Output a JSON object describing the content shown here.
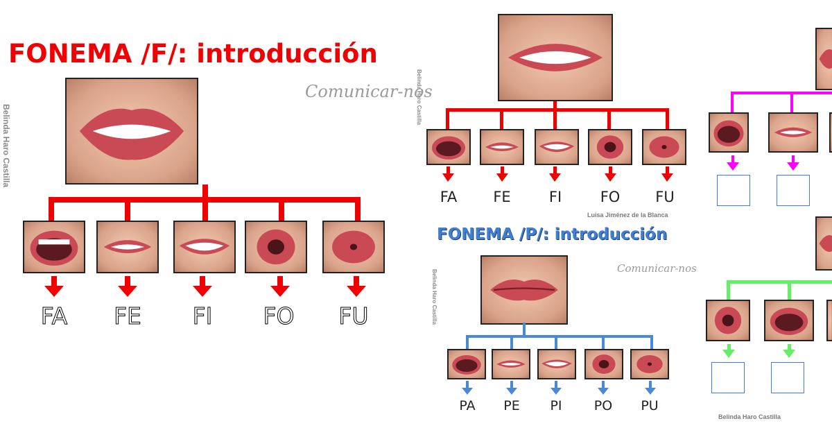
{
  "panel_f": {
    "title": "FONEMA /F/: introducción",
    "credit": "Belinda Haro Castilla",
    "logo": "Comunicar-nos",
    "syllables": [
      "FA",
      "FE",
      "FI",
      "FO",
      "FU"
    ],
    "color": "#f00000"
  },
  "panel_f_small": {
    "credit_vertical": "Belinda Haro Castilla",
    "credit_bottom": "Luisa Jiménez de la Blanca",
    "syllables": [
      "FA",
      "FE",
      "FI",
      "FO",
      "FU"
    ],
    "color": "#f00000"
  },
  "panel_p": {
    "title": "FONEMA /P/: introducción",
    "credit_vertical": "Belinda Haro Castilla",
    "logo": "Comunicar-nos",
    "syllables": [
      "PA",
      "PE",
      "PI",
      "PO",
      "PU"
    ],
    "color": "#4a88d8"
  },
  "panel_right": {
    "credit_bottom": "Belinda Haro Castilla",
    "color_top": "#ff00ff",
    "color_bottom": "#66ee66"
  }
}
